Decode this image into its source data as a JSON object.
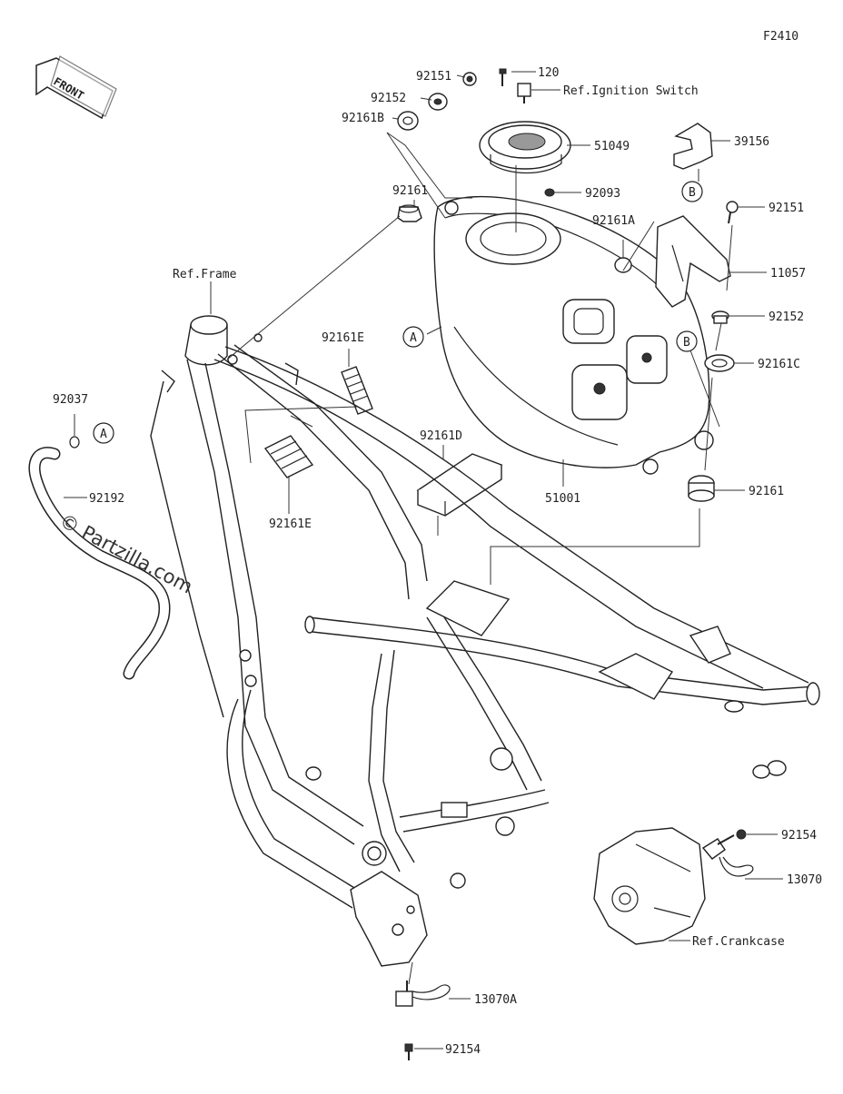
{
  "figure_code": "F2410",
  "front_label": "FRONT",
  "watermark": "© Partzilla.com",
  "callouts": {
    "c92151_top": "92151",
    "c120": "120",
    "c_ignition": "Ref.Ignition Switch",
    "c92152_top": "92152",
    "c92161B": "92161B",
    "c51049": "51049",
    "c39156": "39156",
    "c92093": "92093",
    "c92161_left": "92161",
    "c92161A": "92161A",
    "c92151_right": "92151",
    "c11057": "11057",
    "c_frame": "Ref.Frame",
    "c92152_right": "92152",
    "c92161E_top": "92161E",
    "c92161C": "92161C",
    "c92037": "92037",
    "c92161D": "92161D",
    "c92192": "92192",
    "c51001": "51001",
    "c92161_right": "92161",
    "c92161E_bottom": "92161E",
    "c92154_right": "92154",
    "c13070": "13070",
    "c_crankcase": "Ref.Crankcase",
    "c13070A": "13070A",
    "c92154_bottom": "92154"
  },
  "markers": {
    "A_tank": "A",
    "A_hose": "A",
    "B_top": "B",
    "B_right": "B"
  }
}
